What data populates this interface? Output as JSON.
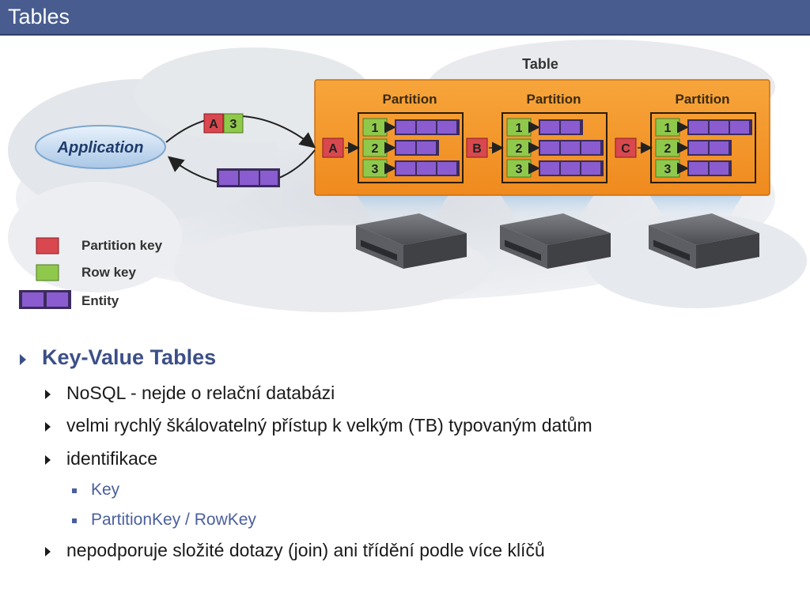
{
  "slide": {
    "title": "Tables"
  },
  "diagram": {
    "table_label": "Table",
    "application_label": "Application",
    "request_partition_key": "A",
    "request_row_key": "3",
    "partition_label": "Partition",
    "partitions": [
      {
        "key": "A",
        "rows": [
          {
            "row": "1",
            "entities": 3
          },
          {
            "row": "2",
            "entities": 2
          },
          {
            "row": "3",
            "entities": 3
          }
        ]
      },
      {
        "key": "B",
        "rows": [
          {
            "row": "1",
            "entities": 2
          },
          {
            "row": "2",
            "entities": 3
          },
          {
            "row": "3",
            "entities": 3
          }
        ]
      },
      {
        "key": "C",
        "rows": [
          {
            "row": "1",
            "entities": 3
          },
          {
            "row": "2",
            "entities": 2
          },
          {
            "row": "3",
            "entities": 2
          }
        ]
      }
    ],
    "legend": {
      "partition_key": "Partition key",
      "row_key": "Row key",
      "entity": "Entity"
    },
    "colors": {
      "partition_key": "#d9484e",
      "row_key": "#8fc94c",
      "entity": "#8a5ccf",
      "table_bg": "#f59a2c",
      "header_bar": "#485c8f"
    }
  },
  "bullets": {
    "heading": "Key-Value Tables",
    "item1": "NoSQL - nejde o relační databázi",
    "item2": "velmi rychlý škálovatelný přístup k velkým (TB) typovaným datům",
    "item3": "identifikace",
    "sub1": "Key",
    "sub2": "PartitionKey / RowKey",
    "item4": "nepodporuje složité dotazy (join) ani třídění podle více klíčů"
  }
}
